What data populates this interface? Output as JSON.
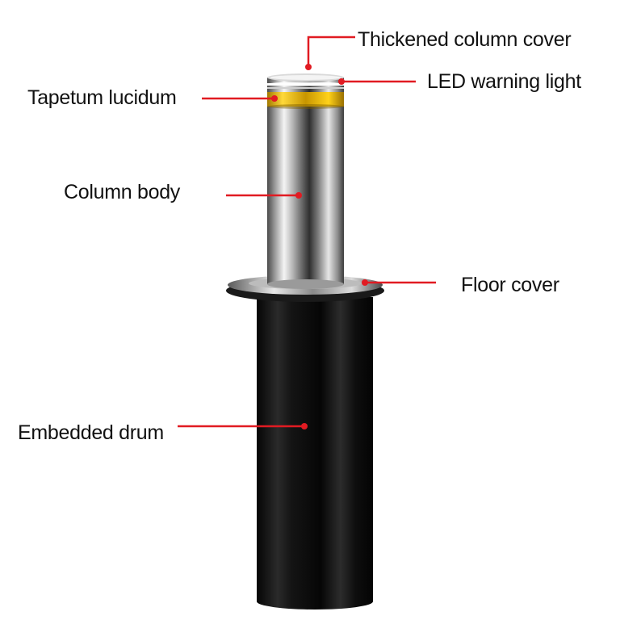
{
  "diagram": {
    "labels": {
      "thickened_column_cover": "Thickened column cover",
      "led_warning_light": "LED warning light",
      "tapetum_lucidum": "Tapetum lucidum",
      "column_body": "Column body",
      "floor_cover": "Floor cover",
      "embedded_drum": "Embedded drum"
    },
    "colors": {
      "leader_line": "#e11b22",
      "reflective_band": "#f5c400",
      "steel_highlight": "#f2f2f2",
      "steel_shadow": "#555555",
      "drum": "#0d0d0d"
    }
  }
}
